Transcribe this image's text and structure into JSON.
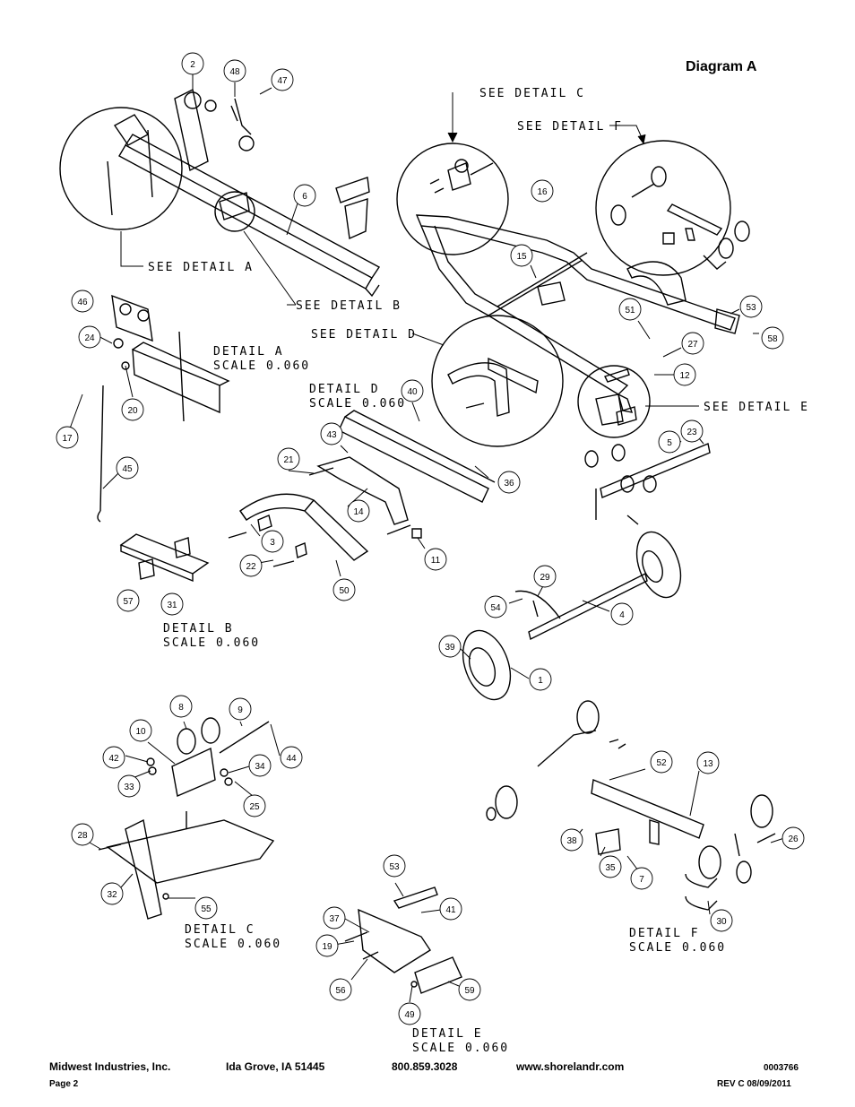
{
  "title": "Diagram A",
  "callouts": {
    "c2": "2",
    "c48": "48",
    "c47": "47",
    "c6": "6",
    "c16": "16",
    "c15": "15",
    "c46": "46",
    "c24": "24",
    "c20": "20",
    "c17": "17",
    "c45": "45",
    "c40": "40",
    "c43": "43",
    "c21": "21",
    "c14": "14",
    "c3": "3",
    "c22": "22",
    "c50": "50",
    "c11": "11",
    "c36": "36",
    "c57": "57",
    "c31": "31",
    "c51": "51",
    "c53": "53",
    "c58": "58",
    "c27": "27",
    "c12": "12",
    "c5": "5",
    "c23": "23",
    "c29": "29",
    "c54": "54",
    "c4": "4",
    "c39": "39",
    "c1": "1",
    "c8": "8",
    "c9": "9",
    "c10": "10",
    "c44": "44",
    "c42": "42",
    "c33": "33",
    "c34": "34",
    "c25": "25",
    "c28": "28",
    "c32": "32",
    "c55": "55",
    "c52": "52",
    "c13": "13",
    "c38": "38",
    "c35": "35",
    "c7": "7",
    "c26": "26",
    "c30": "30",
    "c53b": "53",
    "c41": "41",
    "c37": "37",
    "c19": "19",
    "c56": "56",
    "c49": "49",
    "c59": "59"
  },
  "labels": {
    "see_detail_c": "SEE DETAIL C",
    "see_detail_f": "SEE DETAIL F",
    "see_detail_a": "SEE DETAIL A",
    "see_detail_b": "SEE DETAIL B",
    "see_detail_d": "SEE DETAIL D",
    "see_detail_e": "SEE DETAIL E",
    "detail_a_title": "DETAIL A",
    "detail_a_scale": "SCALE 0.060",
    "detail_b_title": "DETAIL B",
    "detail_b_scale": "SCALE 0.060",
    "detail_c_title": "DETAIL C",
    "detail_c_scale": "SCALE 0.060",
    "detail_d_title": "DETAIL D",
    "detail_d_scale": "SCALE 0.060",
    "detail_e_title": "DETAIL E",
    "detail_e_scale": "SCALE 0.060",
    "detail_f_title": "DETAIL F",
    "detail_f_scale": "SCALE 0.060"
  },
  "footer": {
    "company": "Midwest Industries, Inc.",
    "city": "Ida Grove, IA  51445",
    "phone": "800.859.3028",
    "website": "www.shorelandr.com",
    "part_number": "0003766",
    "page": "Page 2",
    "revision": "REV C   08/09/2011"
  }
}
